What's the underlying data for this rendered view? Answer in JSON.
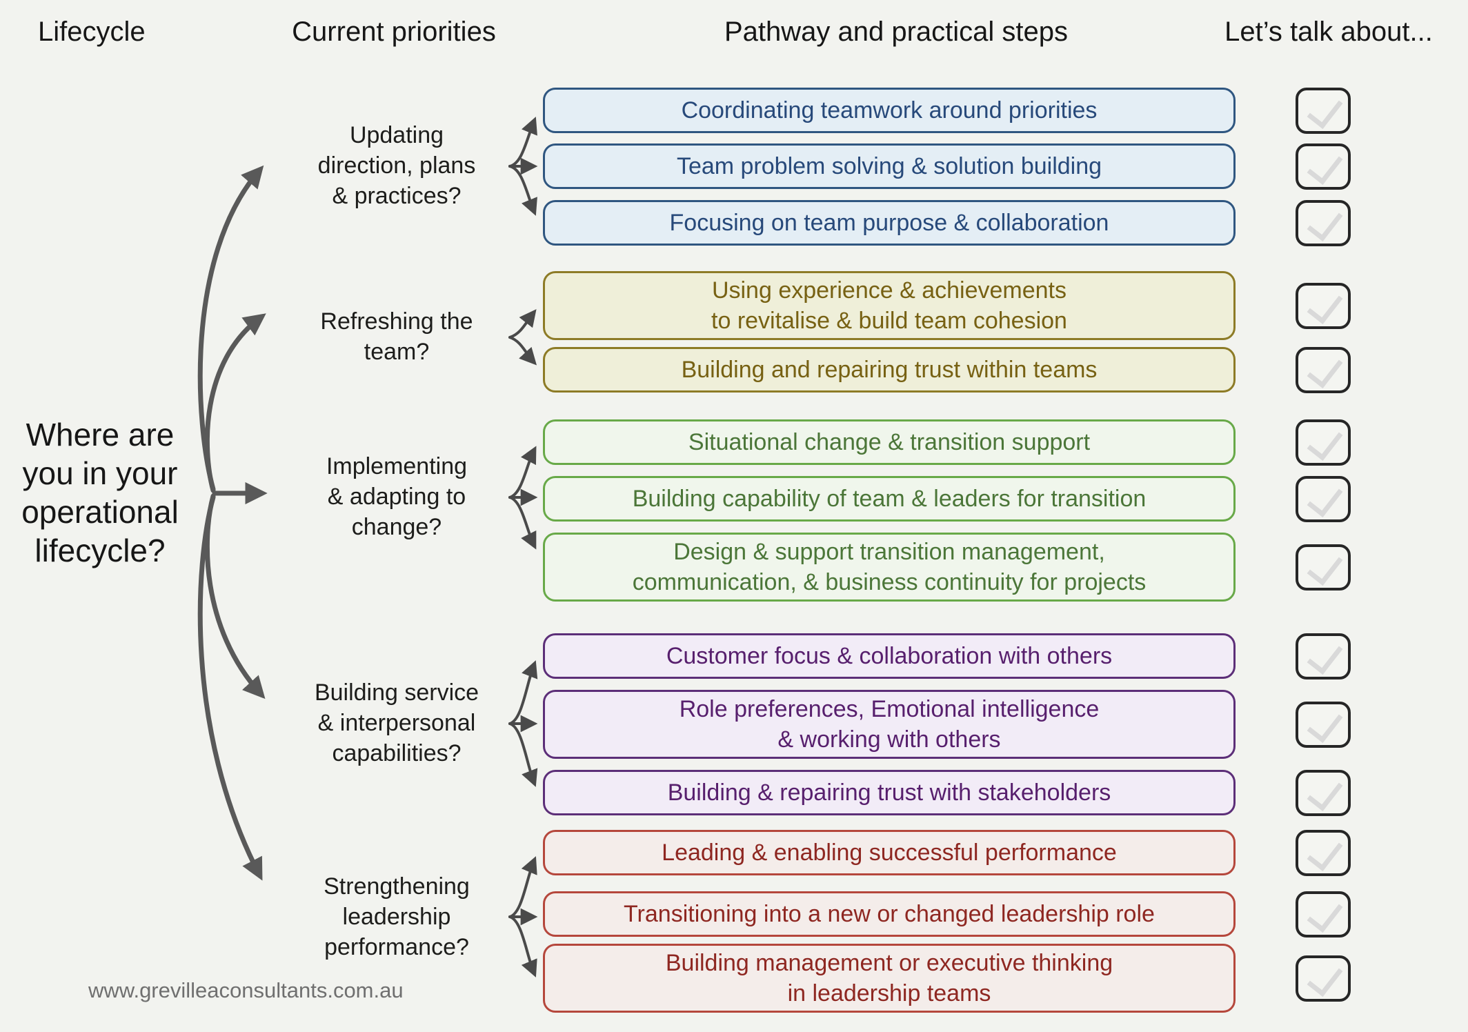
{
  "header": {
    "col_lifecycle": "Lifecycle",
    "col_priorities": "Current priorities",
    "col_pathway": "Pathway and practical steps",
    "col_talk": "Let’s talk about..."
  },
  "lifecycle_question": "Where are\nyou in your\noperational\nlifecycle?",
  "footer_url": "www.grevilleaconsultants.com.au",
  "palette": {
    "background": "#f2f3ef",
    "arrow": "#595959",
    "fork_arrow": "#4a4a4a",
    "checkbox_border": "#262626",
    "checkbox_check": "#d9d9d9"
  },
  "checkboxes": {
    "count": 14,
    "checked": true,
    "check_icon": "check-icon"
  },
  "groups": [
    {
      "priority": "Updating\ndirection, plans\n& practices?",
      "colors": {
        "fill": "#e4eef5",
        "border": "#2f5680",
        "text": "#27497a"
      },
      "steps": [
        "Coordinating teamwork around priorities",
        "Team problem solving & solution building",
        "Focusing on team purpose & collaboration"
      ]
    },
    {
      "priority": "Refreshing the\nteam?",
      "colors": {
        "fill": "#efefd9",
        "border": "#8d7b26",
        "text": "#776113"
      },
      "steps": [
        "Using experience & achievements\nto revitalise & build team cohesion",
        "Building and repairing trust within teams"
      ]
    },
    {
      "priority": "Implementing\n& adapting to\nchange?",
      "colors": {
        "fill": "#f0f6ec",
        "border": "#68a948",
        "text": "#4b7638"
      },
      "steps": [
        "Situational change & transition support",
        "Building capability of team & leaders for transition",
        "Design & support transition management,\ncommunication, & business continuity for projects"
      ]
    },
    {
      "priority": "Building service\n& interpersonal\ncapabilities?",
      "colors": {
        "fill": "#f2ecf7",
        "border": "#5c2e78",
        "text": "#571f6d"
      },
      "steps": [
        "Customer focus & collaboration with others",
        "Role preferences, Emotional intelligence\n& working with others",
        "Building & repairing trust with stakeholders"
      ]
    },
    {
      "priority": "Strengthening\nleadership\nperformance?",
      "colors": {
        "fill": "#f4edea",
        "border": "#b5473c",
        "text": "#8e2721"
      },
      "steps": [
        "Leading & enabling successful performance",
        "Transitioning into a new or changed leadership role",
        "Building management or executive thinking\nin leadership teams"
      ]
    }
  ]
}
